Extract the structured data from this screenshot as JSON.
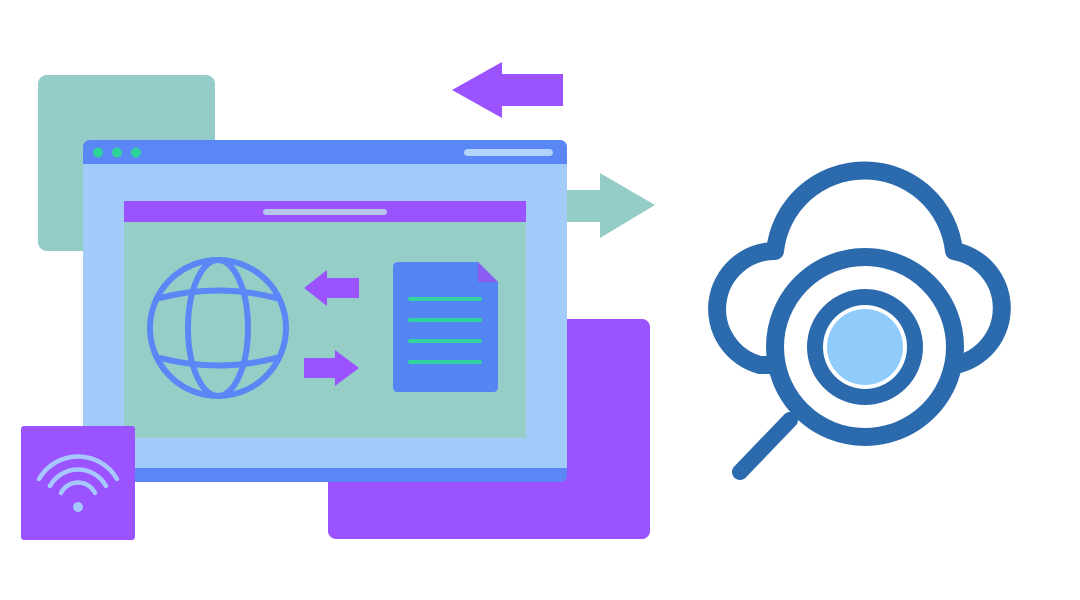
{
  "palette": {
    "background": "#ffffff",
    "teal": "#94cdc7",
    "purple": "#9b52ff",
    "window_frame": "#5b86f5",
    "window_body": "#a2cbfa",
    "window_dot": "#2ed39a",
    "window_bar": "#b2d6fb",
    "content_green": "#95cec7",
    "content_bar": "#b6c7ea",
    "doc_fill": "#5585f3",
    "doc_fold": "#8b5cf0",
    "doc_lines": "#2ed3a0",
    "wifi": "#a6c8ff",
    "cloud_stroke": "#2a6aad",
    "lens_fill": "#8fcbfb"
  },
  "icons": [
    "teal-square",
    "purple-rectangle",
    "browser-window",
    "globe-icon",
    "document-icon",
    "arrow-left-icon",
    "arrow-right-icon",
    "wifi-icon",
    "cloud-search-icon",
    "magnifier-icon"
  ]
}
